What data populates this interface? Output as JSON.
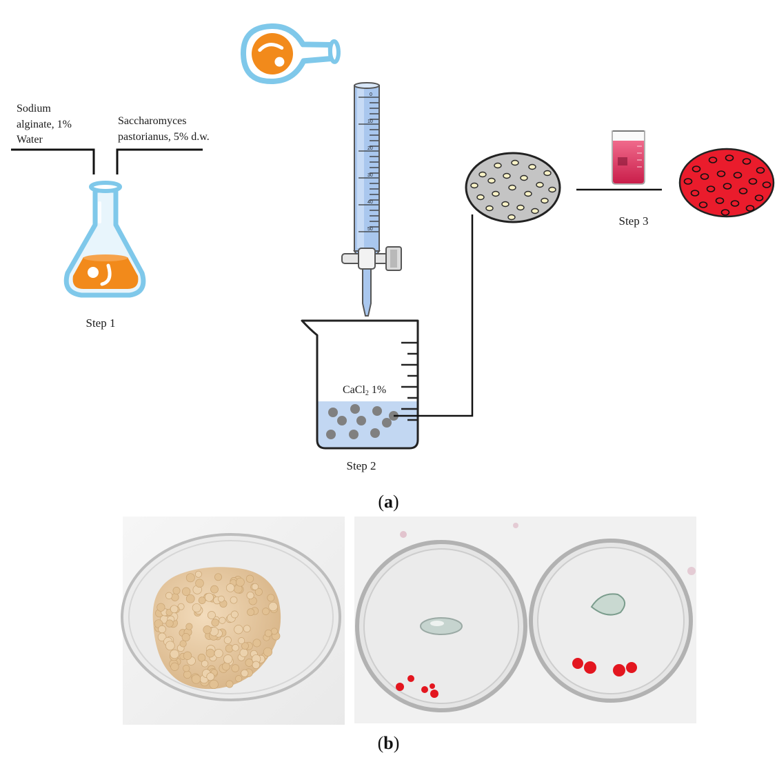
{
  "step1": {
    "label": "Step 1",
    "ingredient_left_line1": "Sodium",
    "ingredient_left_line2": "alginate, 1%",
    "ingredient_left_line3": "Water",
    "ingredient_right_line1": "Saccharomyces",
    "ingredient_right_line2": "pastorianus, 5% d.w."
  },
  "step2": {
    "label": "Step 2",
    "solution_label": "CaCl",
    "solution_subscript": "2",
    "solution_conc": " 1%",
    "burette_ticks": [
      "0",
      "10",
      "20",
      "30",
      "40",
      "50"
    ]
  },
  "step3": {
    "label": "Step 3"
  },
  "panel_a": {
    "caption_letter": "a"
  },
  "panel_b": {
    "caption_letter": "b"
  },
  "colors": {
    "flask_glass": "#7fc8ea",
    "flask_liquid": "#f28a1b",
    "burette_blue": "#a9c7ee",
    "beaker_liquid": "#c2d7f2",
    "bead_gray": "#808080",
    "bead_yellow": "#f8f2c6",
    "red_disc": "#ea1c2c",
    "gray_disc": "#c4c4c4"
  }
}
